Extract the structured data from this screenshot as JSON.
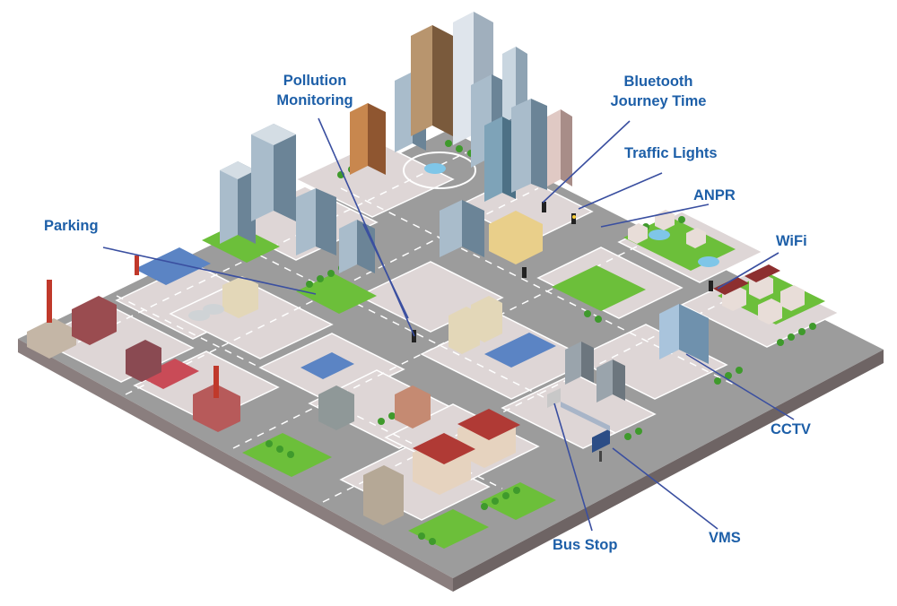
{
  "labels": {
    "pollution": "Pollution\nMonitoring",
    "bluetooth": "Bluetooth\nJourney Time",
    "traffic_lights": "Traffic Lights",
    "anpr": "ANPR",
    "parking": "Parking",
    "wifi": "WiFi",
    "cctv": "CCTV",
    "bus_stop": "Bus Stop",
    "vms": "VMS"
  },
  "colors": {
    "label_text": "#1d5fa8",
    "leader_line": "#3a4fa0",
    "road": "#9a9a9a",
    "block": "#dfd6d6",
    "park": "#6cbf3a",
    "base_side": "#8a7e7e"
  }
}
